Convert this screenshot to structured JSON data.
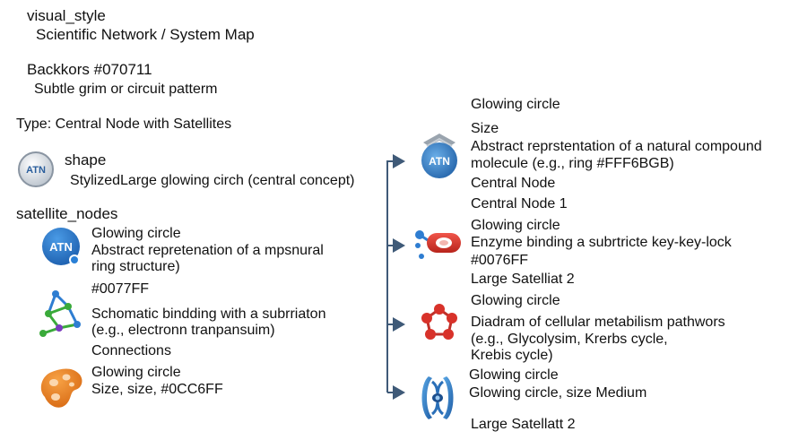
{
  "visual_style": {
    "heading": "visual_style",
    "value": "Scientific Network / System Map"
  },
  "background": {
    "heading": "Backkors #070711",
    "value": "Subtle grim or circuit patterm"
  },
  "type": "Type: Central Node with Satellites",
  "central": {
    "shape_label": "shape",
    "shape_desc": "StylizedLarge glowing circh (central concept)",
    "icon_text": "ATN"
  },
  "satellite_nodes": {
    "heading": "satellite_nodes",
    "items": [
      {
        "icon": "atn-badge-icon",
        "icon_text": "ATN",
        "lines": [
          "Glowing circle",
          "Abstract repretenation of a mpsnural",
          " ring structure)",
          "#0077FF"
        ]
      },
      {
        "icon": "molecule-network-icon",
        "lines": [
          "Schomatic bindding with a subrriaton",
          "(e.g., electronn tranpansuim)",
          "Connections"
        ]
      },
      {
        "icon": "organic-blob-icon",
        "lines": [
          "Glowing circle",
          "Size, size, #0CC6FF"
        ]
      }
    ]
  },
  "right_nodes": [
    {
      "lines": [
        "Glowing circle",
        "Size",
        "Abstract reprstentation of a natural compound",
        "molecule (e.g., ring #FFF6BGB)",
        "Central Node",
        " Central Node 1"
      ],
      "icon": "atn-globe-icon",
      "icon_text": "ATN"
    },
    {
      "lines": [
        "Glowing circle",
        "Enzyme binding a subrtricte key-key-lock",
        "#0076FF",
        "Large Satelliat 2"
      ],
      "icon": "enzyme-capsule-icon"
    },
    {
      "lines": [
        " Glowing circle",
        "Diadram of cellular metabilism pathwors",
        "(e.g., Glycolysim, Krerbs cycle,",
        "Krebis cycle)"
      ],
      "icon": "metabolism-ring-icon"
    },
    {
      "lines": [
        "Glowing circle",
        "Glowing circle, size Medium",
        "Large Satellatt 2"
      ],
      "icon": "mitochondria-icon"
    }
  ],
  "colors": {
    "connector": "#3f5a78",
    "blue": "#2a6fb8",
    "red": "#d8322a",
    "orange": "#e07a1f"
  }
}
